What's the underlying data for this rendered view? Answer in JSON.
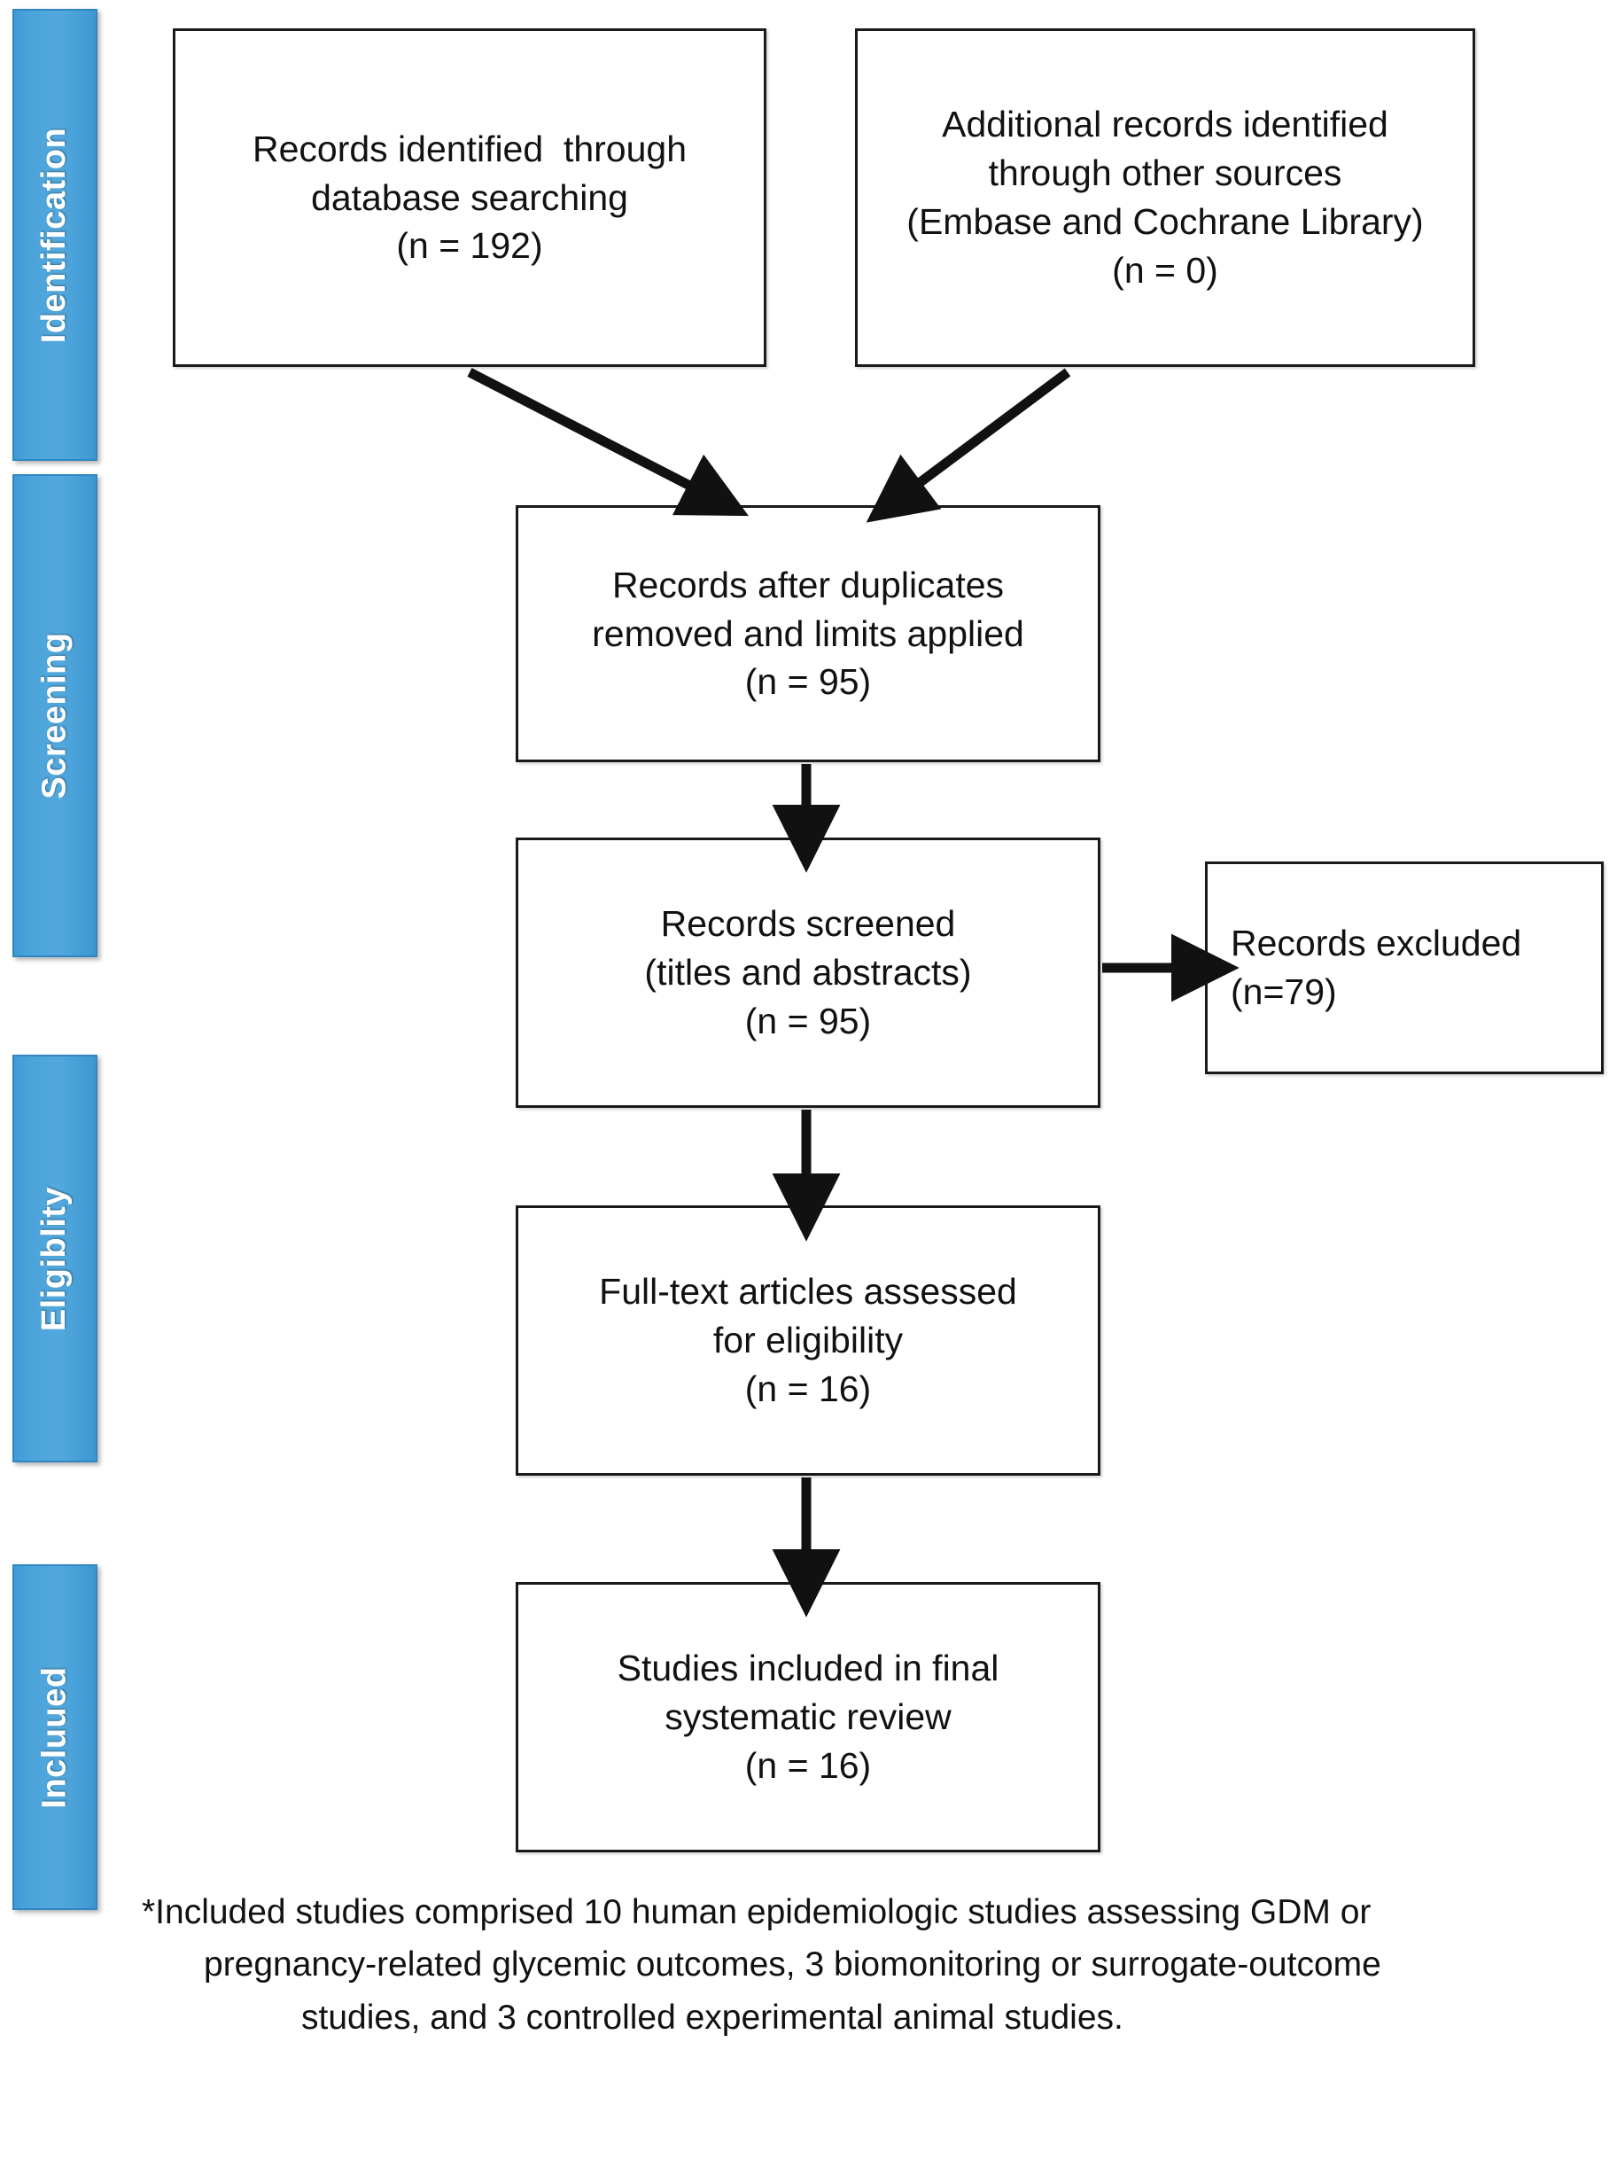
{
  "diagram": {
    "title": "PRISMA flow diagram",
    "accent_color": "#4ba3da",
    "accent_border_color": "#2f86c2",
    "box_border_color": "#1a1a1a",
    "background_color": "#ffffff"
  },
  "stages": [
    {
      "label": "Identification"
    },
    {
      "label": "Screening"
    },
    {
      "label": "Eligiblity"
    },
    {
      "label": "Incluued"
    }
  ],
  "boxes": {
    "db_search": {
      "lines": [
        "Records identified  through",
        "database searching",
        "(n = 192)"
      ],
      "count_label": "n = 192",
      "count": 192
    },
    "other_sources": {
      "lines": [
        "Additional records identified",
        "through other sources",
        "(Embase and Cochrane Library)",
        "(n = 0)"
      ],
      "count_label": "n = 0",
      "count": 0
    },
    "after_duplicates": {
      "lines": [
        "Records after duplicates",
        "removed and limits applied",
        "(n = 95)"
      ],
      "count_label": "n = 95",
      "count": 95
    },
    "screened": {
      "lines": [
        "Records screened",
        "(titles and abstracts)",
        "(n = 95)"
      ],
      "count_label": "n = 95",
      "count": 95
    },
    "excluded": {
      "lines": [
        "Records excluded",
        "(n=79)"
      ],
      "count_label": "n=79",
      "count": 79
    },
    "fulltext": {
      "lines": [
        "Full-text articles assessed",
        "for eligibility",
        "(n = 16)"
      ],
      "count_label": "n = 16",
      "count": 16
    },
    "included": {
      "lines": [
        "Studies included in final",
        "systematic review",
        "(n = 16)"
      ],
      "count_label": "n = 16",
      "count": 16
    }
  },
  "footnote": {
    "line1": "*Included studies comprised 10 human epidemiologic studies assessing GDM or",
    "line2": "pregnancy-related glycemic outcomes, 3 biomonitoring or surrogate-outcome",
    "line3": "studies, and 3 controlled experimental animal studies."
  }
}
